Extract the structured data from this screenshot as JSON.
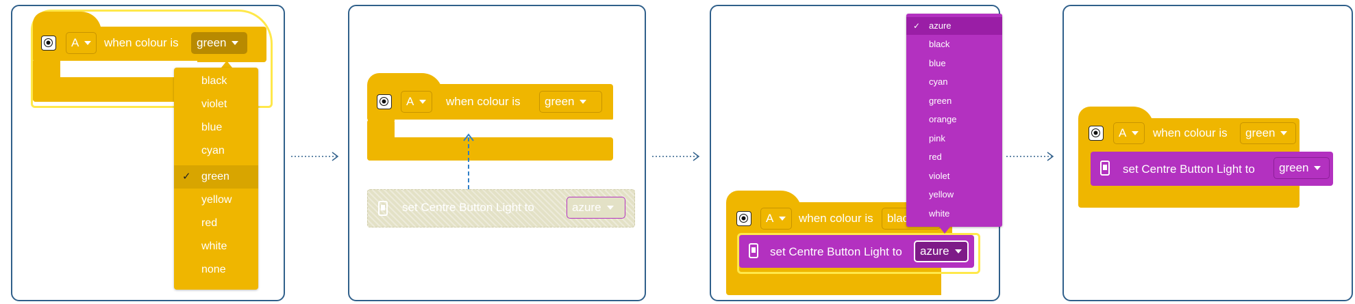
{
  "event_block": {
    "port": "A",
    "label": "when colour is",
    "value": "green"
  },
  "colour_menu": {
    "items": [
      "black",
      "violet",
      "blue",
      "cyan",
      "green",
      "yellow",
      "red",
      "white",
      "none"
    ],
    "selected": "green",
    "check_mark": "✓"
  },
  "action_block": {
    "label": "set Centre Button Light to",
    "value_initial": "azure",
    "value_final": "green"
  },
  "light_menu": {
    "items": [
      "azure",
      "black",
      "blue",
      "cyan",
      "green",
      "orange",
      "pink",
      "red",
      "violet",
      "yellow",
      "white"
    ],
    "selected": "azure",
    "check_mark": "✓"
  },
  "panel3_event_value_partial": "blac",
  "icons": {
    "sensor": "color-sensor-icon",
    "hub": "hub-light-icon",
    "arrow": "dotted-arrow-icon"
  },
  "colors": {
    "event_yellow": "#efb600",
    "action_purple": "#b331c0",
    "panel_border": "#2f5f8a",
    "highlight": "#ffe84a"
  }
}
